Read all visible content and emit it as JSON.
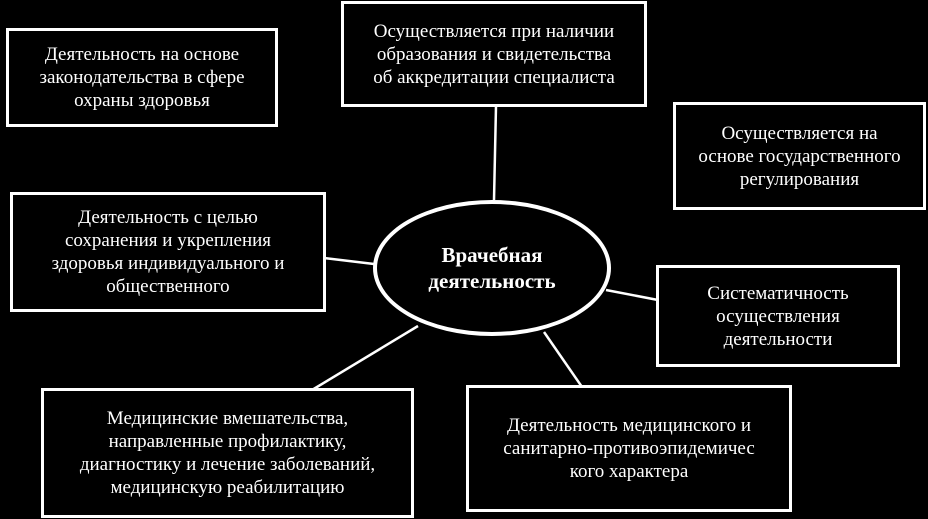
{
  "center": {
    "line1": "Врачебная",
    "line2": "деятельность"
  },
  "boxes": {
    "legislation": [
      "Деятельность на основе",
      "законодательства в сфере",
      "охраны здоровья"
    ],
    "accreditation": [
      "Осуществляется при наличии",
      "образования и свидетельства",
      "об аккредитации специалиста"
    ],
    "state_regulation": [
      "Осуществляется на",
      "основе государственного",
      "регулирования"
    ],
    "health_preservation": [
      "Деятельность  с целью",
      "сохранения и укрепления",
      "здоровья  индивидуального  и",
      "общественного"
    ],
    "systematic": [
      "Систематичность",
      "осуществления",
      "деятельности"
    ],
    "medical_interventions": [
      "Медицинские вмешательства,",
      "направленные профилактику,",
      "диагностику и лечение заболеваний,",
      "медицинскую реабилитацию"
    ],
    "sanitary": [
      "Деятельность медицинского и",
      "санитарно-противоэпидемичес",
      "кого характера"
    ]
  },
  "colors": {
    "background": "#000000",
    "foreground": "#ffffff"
  }
}
